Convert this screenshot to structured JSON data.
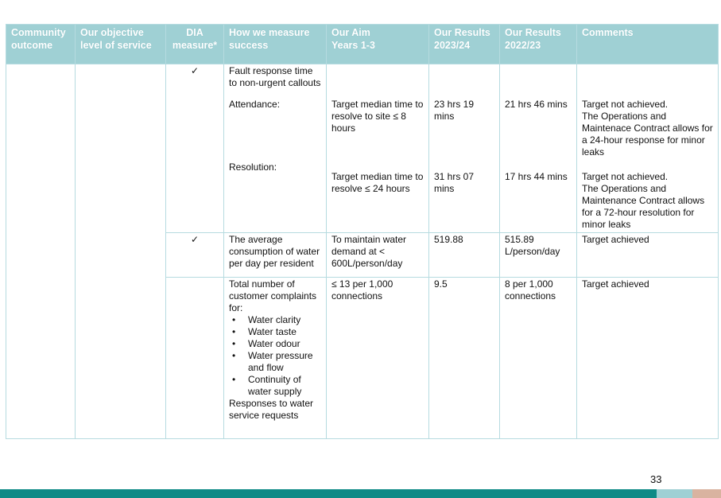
{
  "table": {
    "headers": {
      "community_outcome": [
        "Community",
        "outcome"
      ],
      "objective": [
        "Our objective",
        "level of service"
      ],
      "dia": [
        "DIA",
        "measure*"
      ],
      "measure": [
        "How we measure",
        "success"
      ],
      "aim": [
        "Our Aim",
        "Years 1-3"
      ],
      "results_2324": [
        "Our Results",
        "2023/24"
      ],
      "results_2223": [
        "Our Results",
        "2022/23"
      ],
      "comments": [
        "Comments"
      ]
    },
    "row1": {
      "dia": "✓",
      "measure_intro": "Fault response time to non-urgent callouts",
      "attendance": {
        "label": "Attendance:",
        "aim": "Target median time to resolve to site ≤ 8 hours",
        "r2324": "23 hrs 19 mins",
        "r2223": "21 hrs 46 mins",
        "comment_1": "Target not achieved.",
        "comment_2": "The Operations and Maintenace Contract allows for a 24-hour response for minor leaks"
      },
      "resolution": {
        "label": "Resolution:",
        "aim": "Target median time to resolve ≤ 24 hours",
        "r2324": "31 hrs 07 mins",
        "r2223": "17 hrs 44 mins",
        "comment_1": "Target not achieved.",
        "comment_2": "The Operations and Maintenance Contract allows for a 72-hour resolution for minor leaks"
      }
    },
    "row2": {
      "dia": "✓",
      "measure": "The average consumption of water per day per resident",
      "aim": "To maintain water demand at < 600L/person/day",
      "r2324": "519.88",
      "r2223": "515.89 L/person/day",
      "comment": "Target achieved"
    },
    "row3": {
      "dia": "",
      "measure_intro": "Total number of customer complaints for:",
      "bullets": [
        "Water clarity",
        "Water taste",
        "Water odour",
        "Water pressure and flow",
        "Continuity of water supply"
      ],
      "measure_outro": "Responses to water service requests",
      "aim": "≤ 13 per 1,000 connections",
      "r2324": "9.5",
      "r2223": "8 per 1,000 connections",
      "comment": "Target achieved"
    }
  },
  "footer": {
    "page_number": "33",
    "bar_colors": [
      "#0e8a86",
      "#9fd0d4",
      "#d9b3a0"
    ]
  }
}
